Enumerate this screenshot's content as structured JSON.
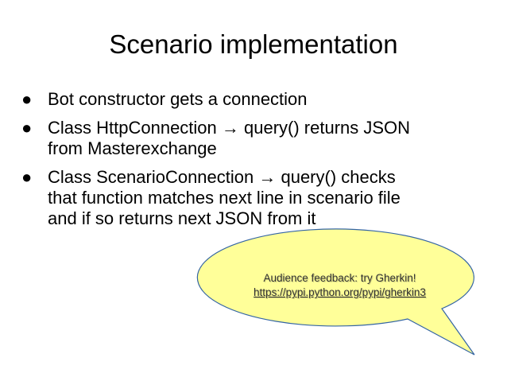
{
  "slide": {
    "title": "Scenario implementation",
    "bullet_symbol": "●",
    "bullets": [
      {
        "lines": [
          "Bot constructor gets a connection"
        ]
      },
      {
        "lines": [
          "Class HttpConnection → query() returns JSON",
          "from Masterexchange"
        ]
      },
      {
        "lines": [
          "Class ScenarioConnection → query() checks",
          "that function matches next line in scenario file",
          "and if so returns next JSON from it"
        ]
      }
    ],
    "callout": {
      "line1": "Audience feedback: try Gherkin!",
      "line2": "https://pypi.python.org/pypi/gherkin3",
      "fill_color": "#ffff99",
      "stroke_color": "#3465a4"
    }
  }
}
